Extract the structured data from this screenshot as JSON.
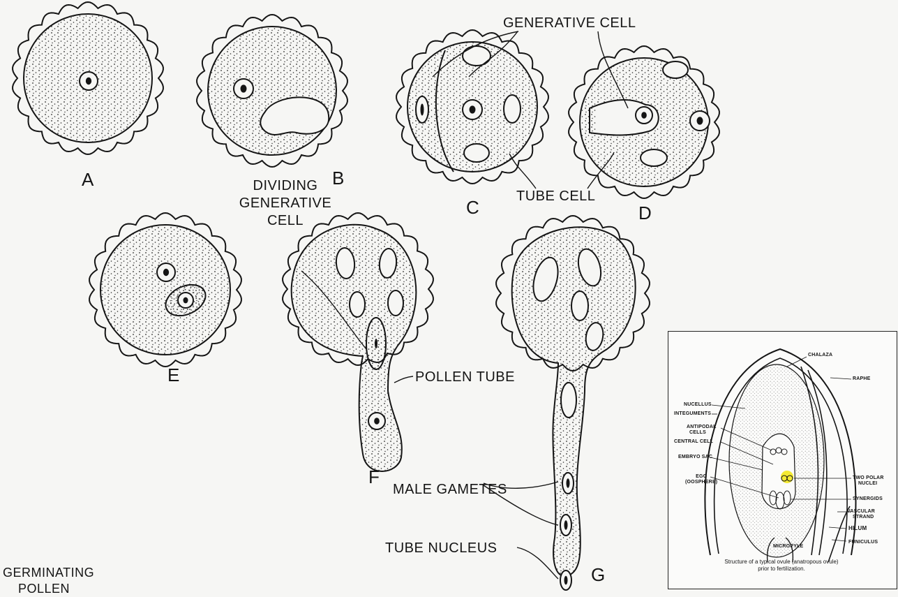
{
  "figure": {
    "panel_letters": [
      "A",
      "B",
      "C",
      "D",
      "E",
      "F",
      "G"
    ],
    "labels": {
      "generative_cell": "GENERATIVE CELL",
      "tube_cell": "TUBE CELL",
      "dividing_line1": "DIVIDING",
      "dividing_line2": "GENERATIVE",
      "dividing_line3": "CELL",
      "pollen_tube": "POLLEN TUBE",
      "male_gametes": "MALE GAMETES",
      "tube_nucleus": "TUBE NUCLEUS",
      "germinating_line1": "GERMINATING",
      "germinating_line2": "POLLEN"
    }
  },
  "inset": {
    "labels": {
      "chalaza": "CHALAZA",
      "raphe": "RAPHE",
      "nucellus": "NUCELLUS",
      "integuments": "INTEGUMENTS",
      "antipodal_line1": "ANTIPODAL",
      "antipodal_line2": "CELLS",
      "central_cell": "CENTRAL CELL",
      "embryo_sac": "EMBRYO SAC",
      "two_polar_line1": "TWO POLAR",
      "two_polar_line2": "NUCLEI",
      "egg_line1": "EGG",
      "egg_line2": "(OOSPHERE)",
      "synergids": "SYNERGIDS",
      "vascular_line1": "VASCULAR",
      "vascular_line2": "STRAND",
      "hilum": "HILUM",
      "micropyle": "MICROPYLE",
      "funiculus": "FUNICULUS"
    },
    "caption_line1": "Structure of a typical ovule (anatropous ovule)",
    "caption_line2": "prior to fertilization."
  },
  "colors": {
    "ink": "#151515",
    "stipple": "#2a2a2a",
    "highlight": "#f2e600"
  }
}
